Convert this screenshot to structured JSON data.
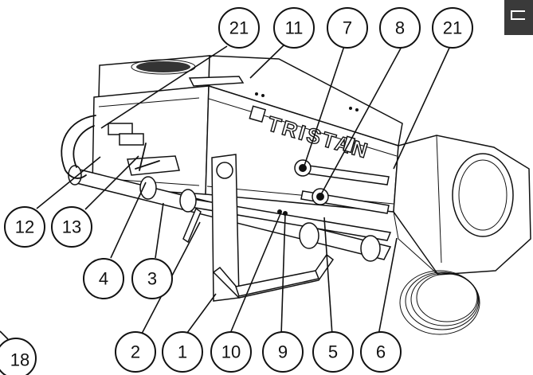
{
  "brand_label": "TRISTAN",
  "callouts": [
    {
      "id": "c21a",
      "label": "21"
    },
    {
      "id": "c11",
      "label": "11"
    },
    {
      "id": "c7",
      "label": "7"
    },
    {
      "id": "c8",
      "label": "8"
    },
    {
      "id": "c21b",
      "label": "21"
    },
    {
      "id": "c12",
      "label": "12"
    },
    {
      "id": "c13",
      "label": "13"
    },
    {
      "id": "c4",
      "label": "4"
    },
    {
      "id": "c3",
      "label": "3"
    },
    {
      "id": "c2",
      "label": "2"
    },
    {
      "id": "c1",
      "label": "1"
    },
    {
      "id": "c10",
      "label": "10"
    },
    {
      "id": "c9",
      "label": "9"
    },
    {
      "id": "c5",
      "label": "5"
    },
    {
      "id": "c6",
      "label": "6"
    },
    {
      "id": "c18",
      "label": "18"
    }
  ]
}
